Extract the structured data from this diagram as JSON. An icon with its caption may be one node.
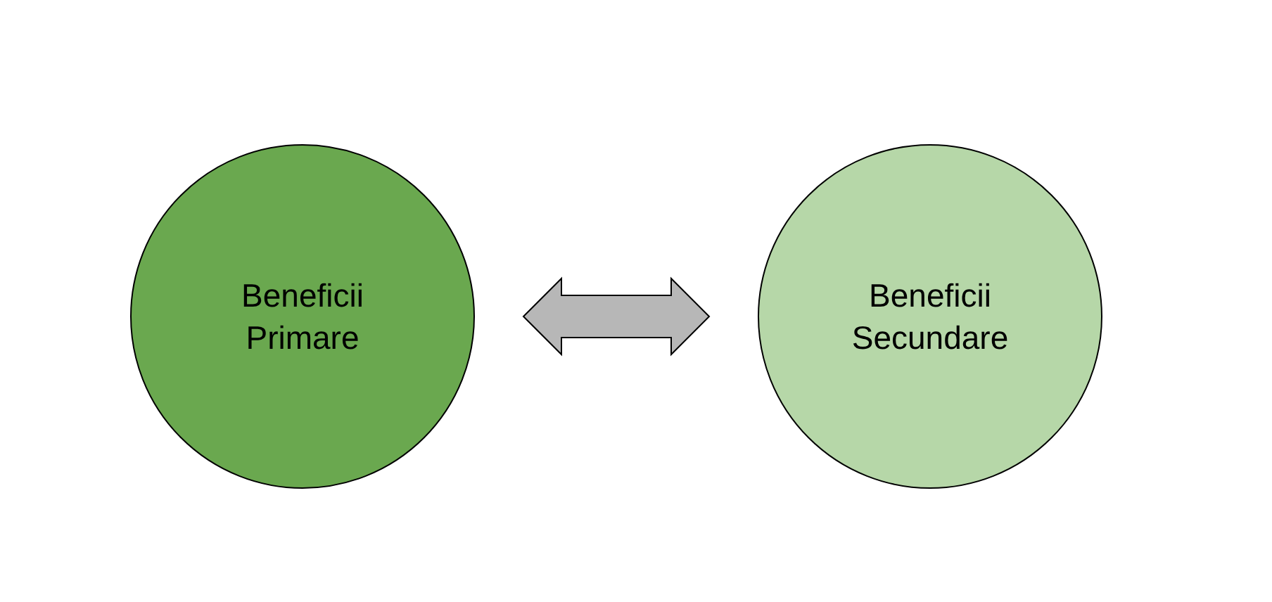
{
  "diagram": {
    "nodes": [
      {
        "text": [
          "Beneficii Primare"
        ]
      },
      {
        "text": [
          "Beneficii Secundare"
        ]
      }
    ],
    "edges": [
      {
        "from": 0,
        "to": 1,
        "arrow": "both"
      }
    ]
  }
}
